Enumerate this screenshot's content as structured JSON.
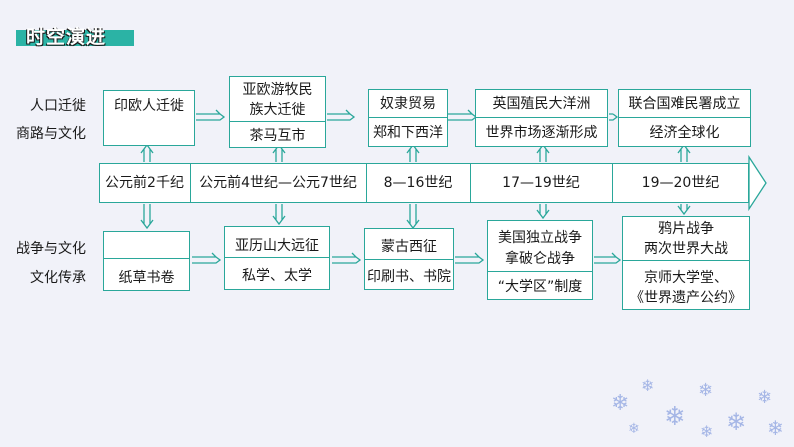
{
  "header": {
    "title": "时空演进"
  },
  "row_labels": {
    "top_1": "人口迁徙",
    "top_2": "商路与文化",
    "bottom_1": "战争与文化",
    "bottom_2": "文化传承"
  },
  "timeline": [
    "公元前2千纪",
    "公元前4世纪—公元7世纪",
    "8—16世纪",
    "17—19世纪",
    "19—20世纪"
  ],
  "top_boxes": [
    {
      "line1": "印欧人迁徙",
      "line2": ""
    },
    {
      "line1": "亚欧游牧民",
      "line1b": "族大迁徙",
      "line2": "茶马互市"
    },
    {
      "line1": "奴隶贸易",
      "line2": "郑和下西洋"
    },
    {
      "line1": "英国殖民大洋洲",
      "line2": "世界市场逐渐形成"
    },
    {
      "line1": "联合国难民署成立",
      "line2": "经济全球化"
    }
  ],
  "bottom_boxes": [
    {
      "line1": "",
      "line2": "纸草书卷"
    },
    {
      "line1": "亚历山大远征",
      "line2": "私学、太学"
    },
    {
      "line1": "蒙古西征",
      "line2": "印刷书、书院"
    },
    {
      "line1": "美国独立战争",
      "line1b": "拿破仑战争",
      "line2": "“大学区”制度"
    },
    {
      "line1": "鸦片战争",
      "line1b": "两次世界大战",
      "line2": "京师大学堂、",
      "line2b": "《世界遗产公约》"
    }
  ],
  "colors": {
    "accent": "#2aa79a",
    "header_bg": "#2bb3a5",
    "background": "#f1f2f9",
    "snowflake": "#a5b6e6"
  },
  "icons": [
    "snowflake-icon"
  ]
}
